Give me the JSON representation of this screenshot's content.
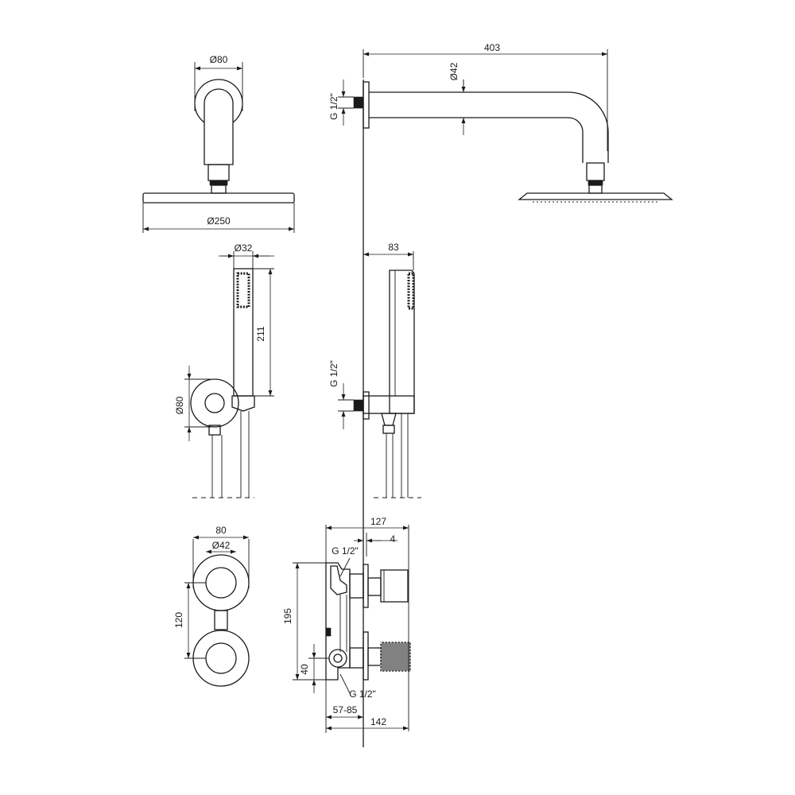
{
  "dimensions": {
    "head_arm_dia": "Ø80",
    "head_dia": "Ø250",
    "arm_length": "403",
    "arm_tube_dia": "Ø42",
    "arm_thread": "G 1/2\"",
    "hand_shower_dia": "Ø32",
    "hand_shower_len": "211",
    "holder_dia": "Ø80",
    "hand_projection": "83",
    "hand_thread": "G 1/2\"",
    "plate_width": "80",
    "knob_dia": "Ø42",
    "knob_spacing": "120",
    "body_height": "195",
    "outlet_height": "40",
    "body_depth": "127",
    "plate_thickness": "4",
    "top_thread": "G 1/2\"",
    "bottom_thread": "G 1/2\"",
    "install_depth": "57-85",
    "total_depth": "142"
  }
}
